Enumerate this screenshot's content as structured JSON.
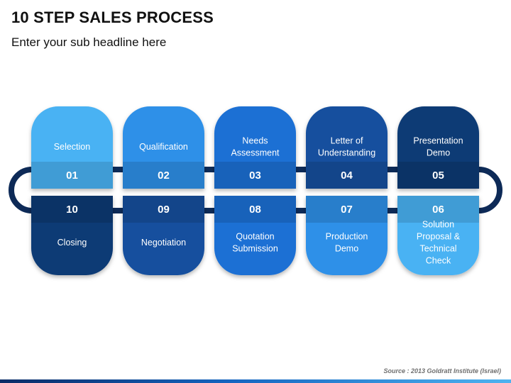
{
  "header": {
    "title": "10 STEP SALES PROCESS",
    "subtitle": "Enter your sub headline here"
  },
  "colors": {
    "track": "#0d2a57",
    "text": "#ffffff",
    "band_top": [
      "#49b2f3",
      "#2f90e8",
      "#1c6fd4",
      "#12509e",
      "#0e3a75"
    ],
    "band_bottom": [
      "#0e3a75",
      "#12509e",
      "#1c6fd4",
      "#2f90e8",
      "#49b2f3"
    ]
  },
  "steps_top": [
    {
      "number": "01",
      "lines": [
        "Selection"
      ]
    },
    {
      "number": "02",
      "lines": [
        "Qualification"
      ]
    },
    {
      "number": "03",
      "lines": [
        "Needs",
        "Assessment"
      ]
    },
    {
      "number": "04",
      "lines": [
        "Letter of",
        "Understanding"
      ]
    },
    {
      "number": "05",
      "lines": [
        "Presentation",
        "Demo"
      ]
    }
  ],
  "steps_bottom": [
    {
      "number": "10",
      "lines": [
        "Closing"
      ]
    },
    {
      "number": "09",
      "lines": [
        "Negotiation"
      ]
    },
    {
      "number": "08",
      "lines": [
        "Quotation",
        "Submission"
      ]
    },
    {
      "number": "07",
      "lines": [
        "Production",
        "Demo"
      ]
    },
    {
      "number": "06",
      "lines": [
        "Solution",
        "Proposal &",
        "Technical",
        "Check"
      ]
    }
  ],
  "footer": {
    "source": "Source : 2013 Goldratt Institute (Israel)"
  }
}
